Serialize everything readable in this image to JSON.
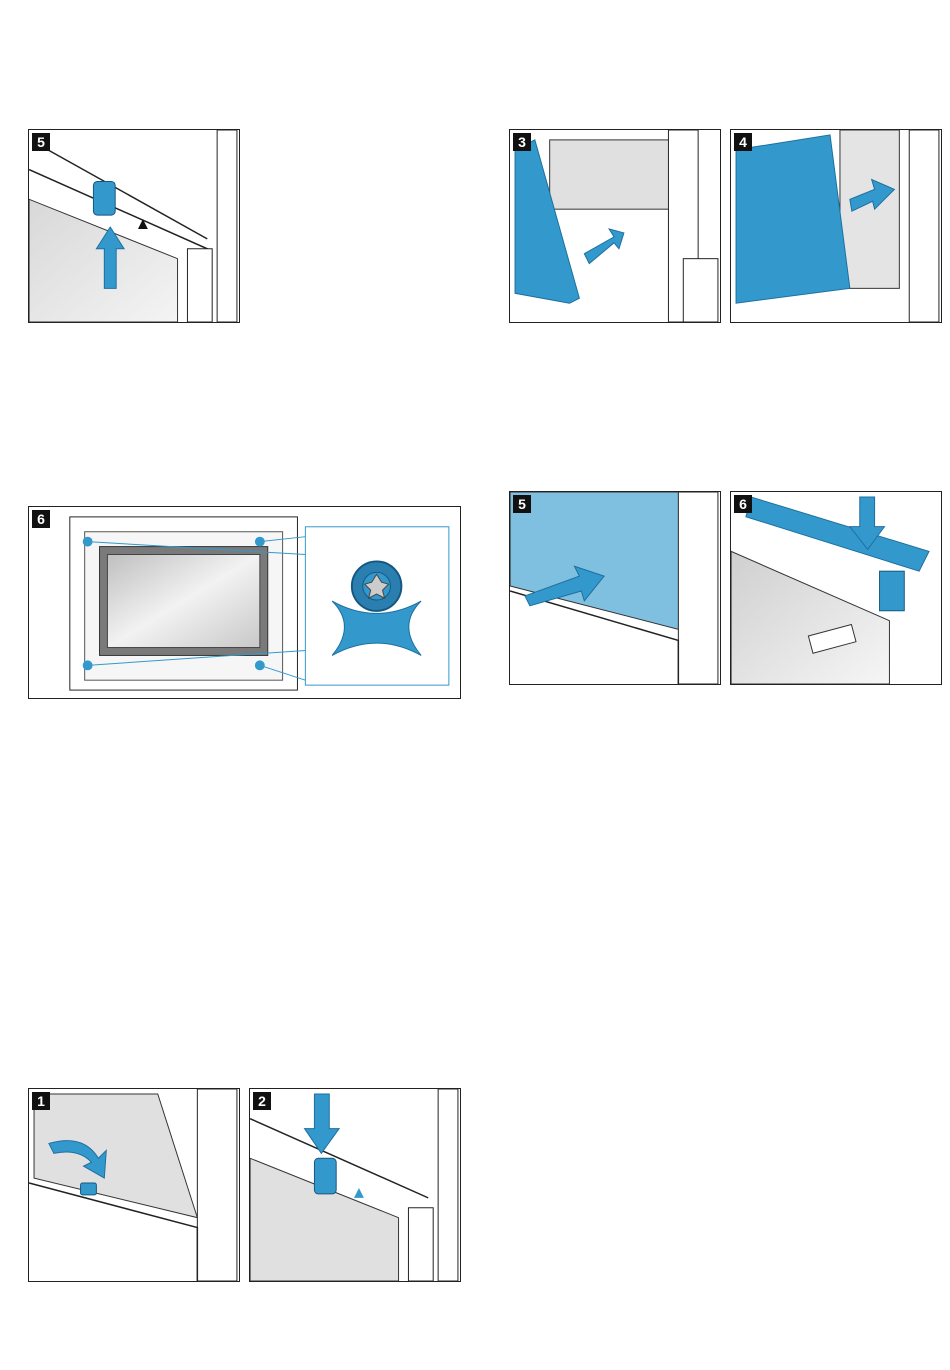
{
  "accent_color": "#3399cc",
  "figures": {
    "top_left_step": "5",
    "top_right_a": "3",
    "top_right_b": "4",
    "mid_left_step": "6",
    "mid_right_a": "5",
    "mid_right_b": "6",
    "bottom_left_a": "1",
    "bottom_left_b": "2"
  }
}
